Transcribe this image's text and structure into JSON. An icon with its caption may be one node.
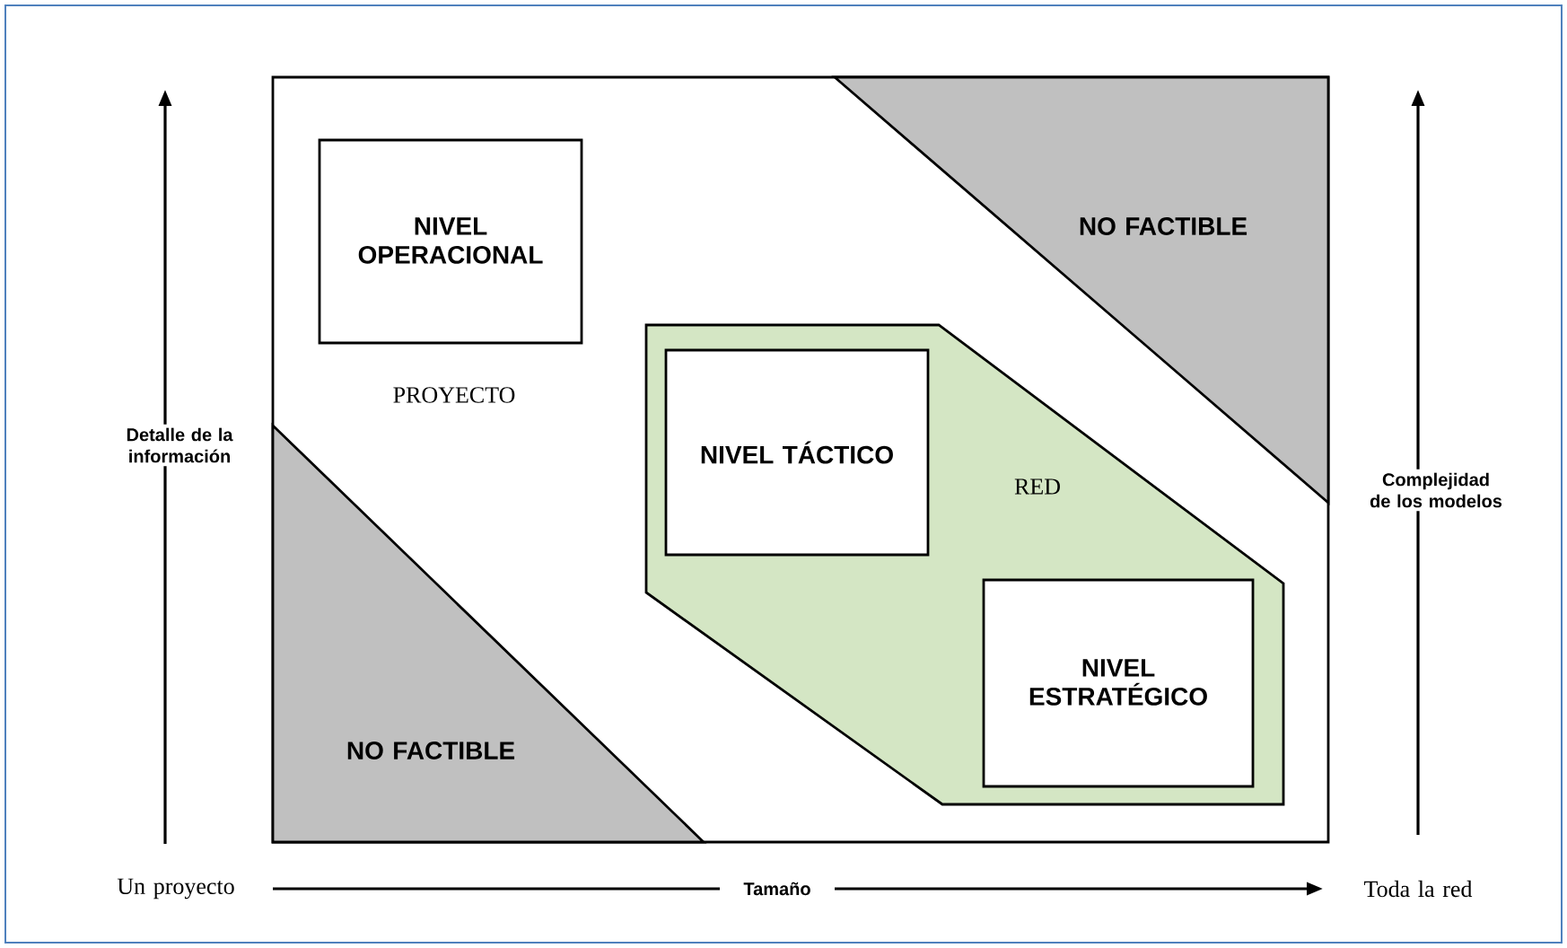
{
  "diagram": {
    "nodes": [
      {
        "text": [],
        "shape": "box"
      },
      {
        "text": [
          "NIVEL OPERACIONAL"
        ],
        "in": 0
      },
      {
        "text": [
          "NO FACTIBLE"
        ],
        "in": 0
      },
      {
        "text": [
          "RED"
        ],
        "in": 0
      },
      {
        "text": [
          "NIVEL TÁCTICO"
        ],
        "in": 3
      },
      {
        "text": [
          "NIVEL ESTRATÉGICO"
        ],
        "in": 3
      },
      {
        "text": [
          "NO FACTIBLE"
        ],
        "in": 0
      }
    ],
    "labels": [
      "PROYECTO",
      "Detalle de la información",
      "Complejidad de los modelos",
      "Un proyecto",
      "Tamaño",
      "Toda la red"
    ]
  }
}
